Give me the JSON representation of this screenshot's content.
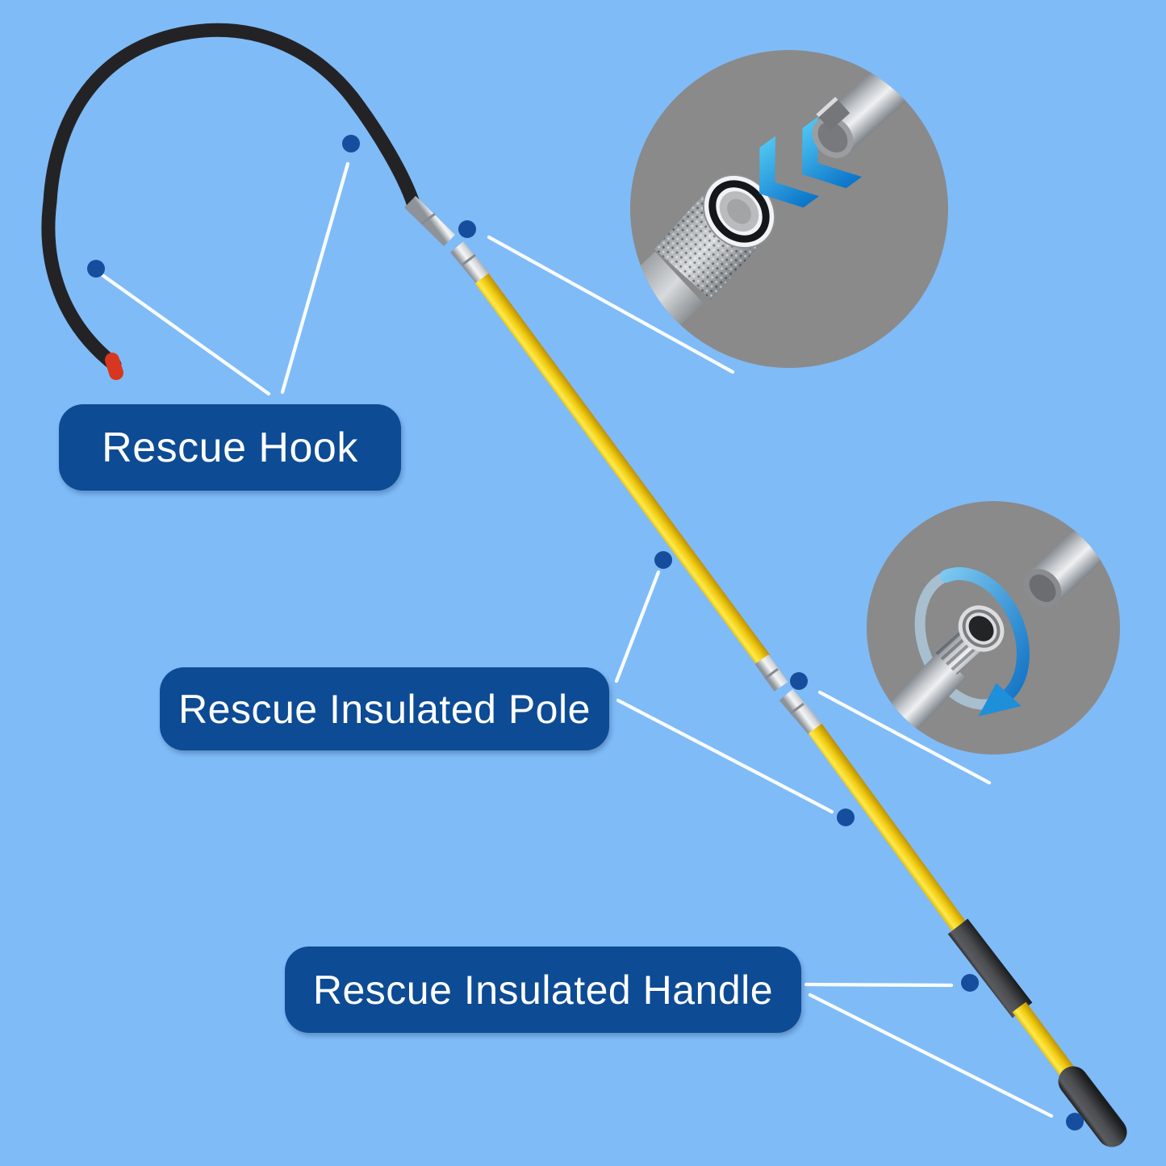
{
  "theme": {
    "background": "#7fbbf7",
    "label_background": "#0d4b94",
    "label_text": "#ffffff",
    "marker": "#164e9d",
    "callout_line": "#f9fdff"
  },
  "labels": [
    {
      "text": "Rescue Hook"
    },
    {
      "text": "Rescue Insulated Pole"
    },
    {
      "text": "Rescue Insulated Handle"
    }
  ],
  "product": {
    "hook_color": "#232326",
    "hook_tip_color": "#d8371f",
    "pole_color": "#f2cd0e",
    "grip_color": "#323437",
    "metal_color": "#c7cbd0",
    "inset_background": "#8a8a8a",
    "inset_accent_blue": "#1d9fe0"
  },
  "insets": [
    {
      "icon": "double-chevron-arrows-icon"
    },
    {
      "icon": "rotation-ring-arrow-icon"
    }
  ],
  "marker_count": 8
}
